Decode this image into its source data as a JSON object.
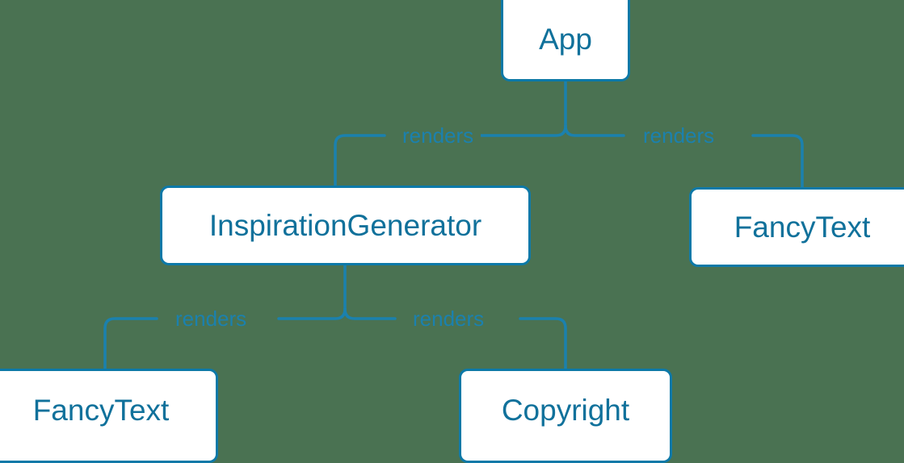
{
  "diagram": {
    "type": "component-tree",
    "background_color": "#4a7252",
    "node_fill_color": "#ffffff",
    "node_border_color": "#0d79a8",
    "node_text_color": "#10719b",
    "edge_color": "#1b81ae",
    "edge_label_color": "#1b81ae",
    "nodes": [
      {
        "id": "app",
        "label": "App"
      },
      {
        "id": "inspiration-generator",
        "label": "InspirationGenerator"
      },
      {
        "id": "fancytext-right",
        "label": "FancyText"
      },
      {
        "id": "fancytext-left",
        "label": "FancyText"
      },
      {
        "id": "copyright",
        "label": "Copyright"
      }
    ],
    "edges": [
      {
        "from": "app",
        "to": "inspiration-generator",
        "label": "renders"
      },
      {
        "from": "app",
        "to": "fancytext-right",
        "label": "renders"
      },
      {
        "from": "inspiration-generator",
        "to": "fancytext-left",
        "label": "renders"
      },
      {
        "from": "inspiration-generator",
        "to": "copyright",
        "label": "renders"
      }
    ]
  }
}
